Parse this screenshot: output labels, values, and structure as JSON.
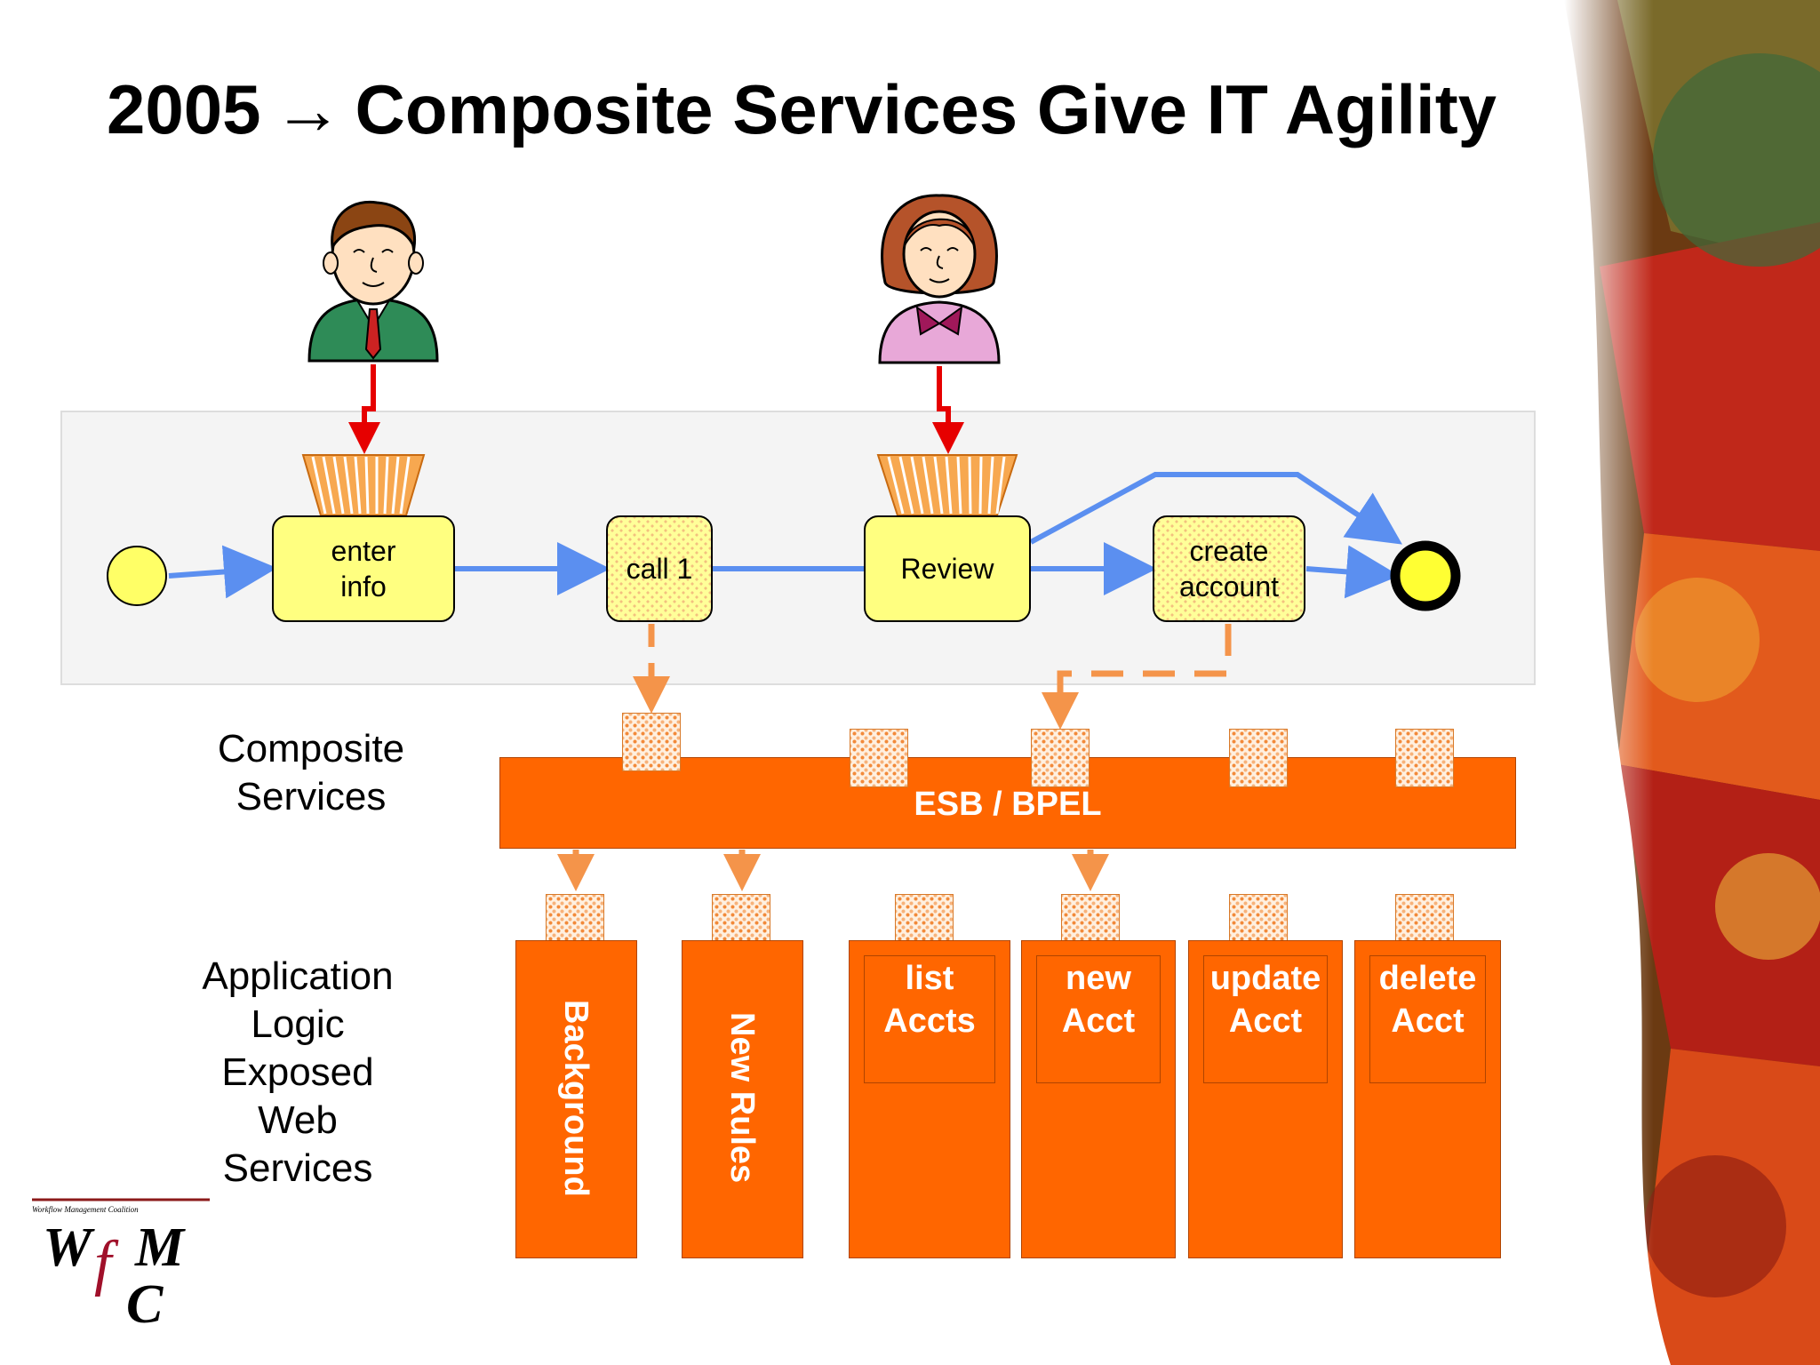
{
  "title": {
    "year": "2005",
    "arrow": "→",
    "text": "Composite Services Give IT Agility"
  },
  "process": {
    "tasks": {
      "enter_info": {
        "line1": "enter",
        "line2": "info"
      },
      "call1": "call 1",
      "review": "Review",
      "create_account": {
        "line1": "create",
        "line2": "account"
      }
    }
  },
  "labels": {
    "composite_services": {
      "line1": "Composite",
      "line2": "Services"
    },
    "application_logic": {
      "line1": "Application",
      "line2": "Logic",
      "line3": "Exposed",
      "line4": "Web",
      "line5": "Services"
    }
  },
  "esb": {
    "label": "ESB / BPEL"
  },
  "services": {
    "background": "Background",
    "new_rules": "New Rules",
    "list_accts": {
      "line1": "list",
      "line2": "Accts"
    },
    "new_acct": {
      "line1": "new",
      "line2": "Acct"
    },
    "update_acct": {
      "line1": "update",
      "line2": "Acct"
    },
    "delete_acct": {
      "line1": "delete",
      "line2": "Acct"
    }
  },
  "logo": {
    "text_w": "W",
    "text_f": "f",
    "text_m": "M",
    "text_c": "C",
    "tagline": "Workflow Management Coalition"
  },
  "colors": {
    "orange": "#ff6600",
    "task_yellow": "#ffff80",
    "flow_blue": "#5b8ff0",
    "human_red": "#e60000",
    "dashed_orange": "#f4944a"
  }
}
